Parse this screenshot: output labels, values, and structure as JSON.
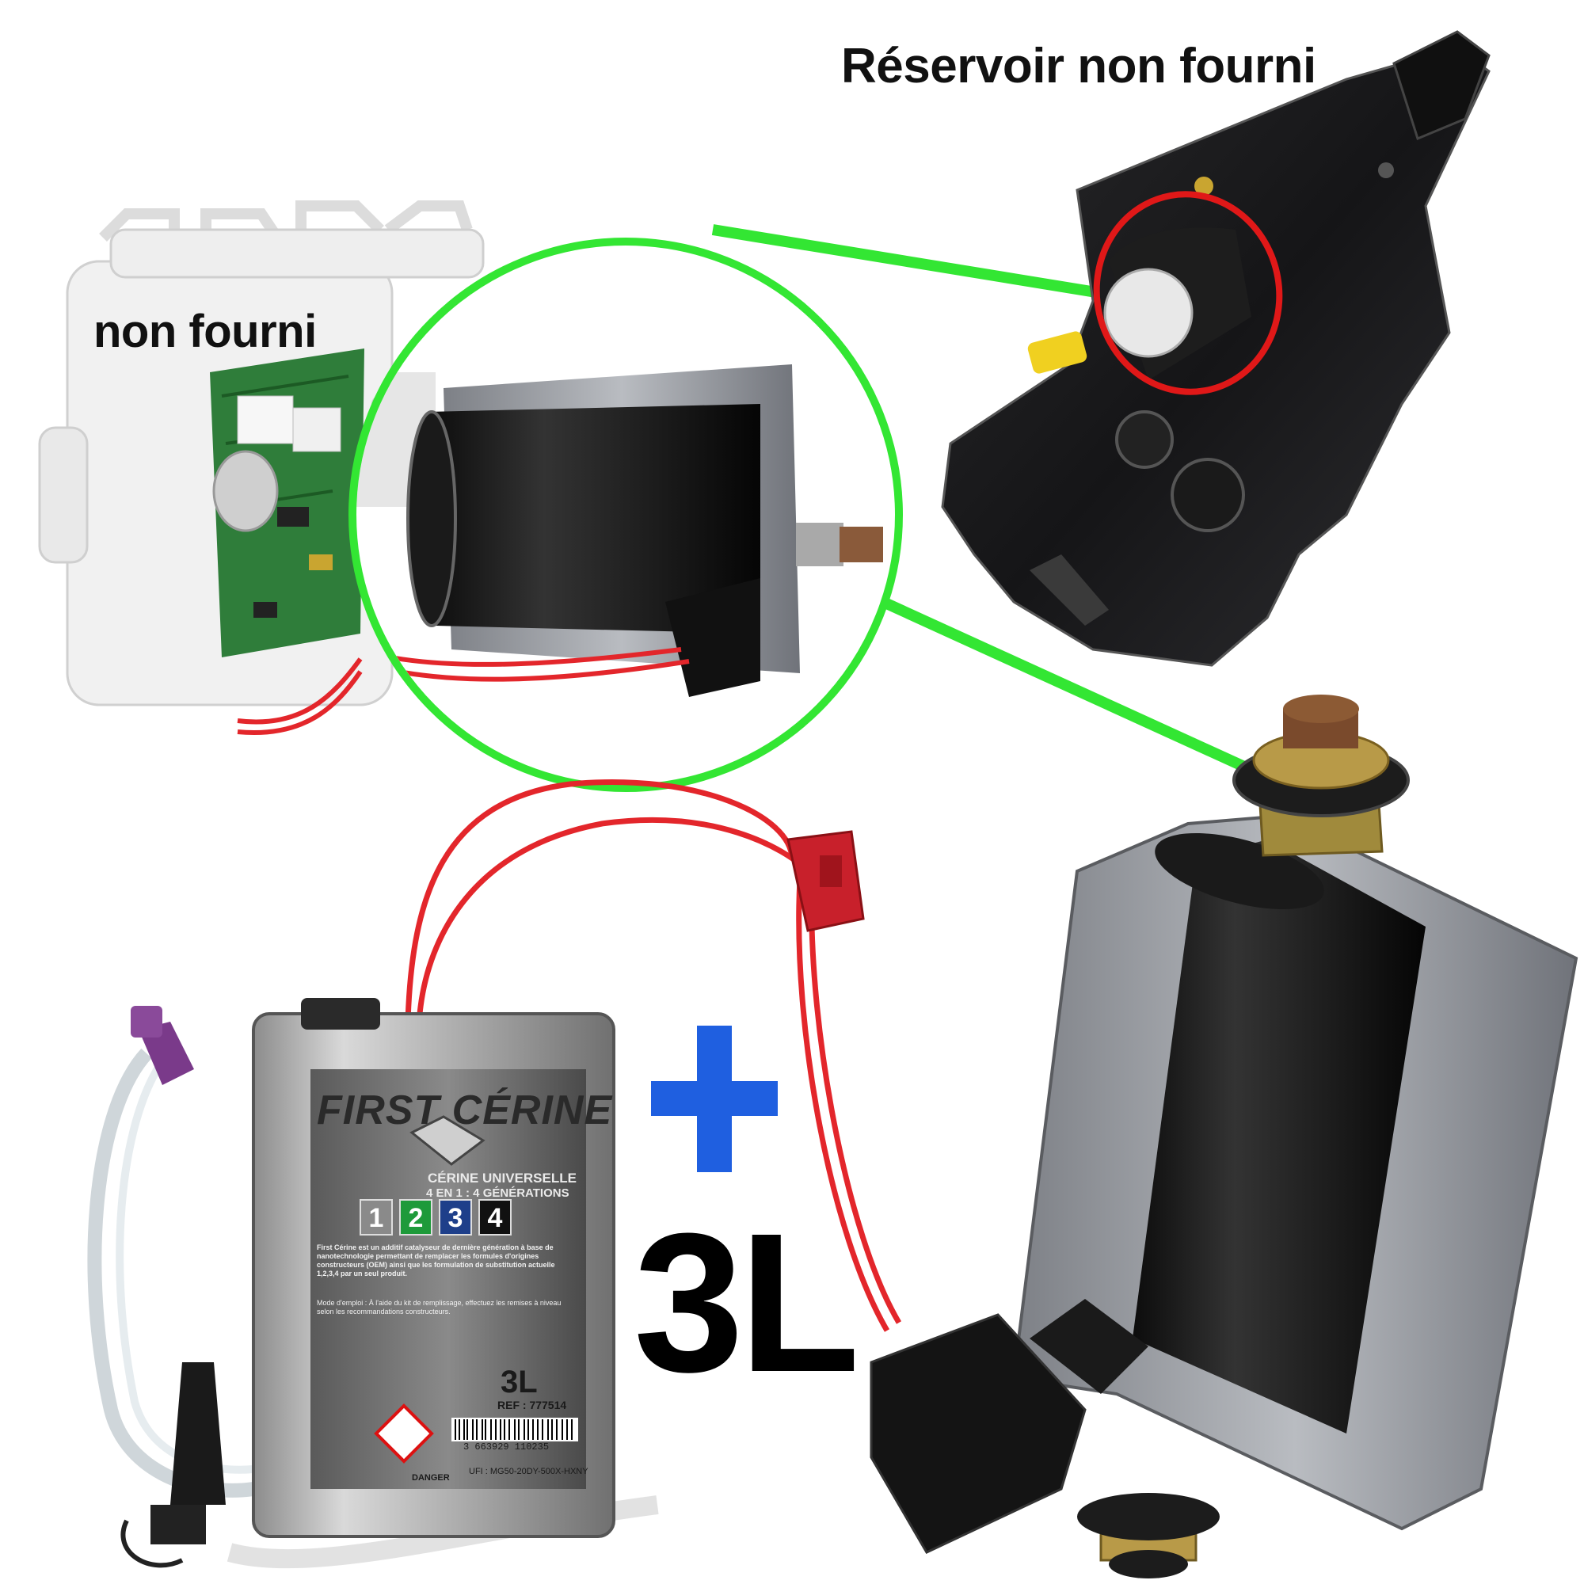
{
  "captions": {
    "reservoir": "Réservoir non fourni",
    "module": "non fourni",
    "volume": "3L"
  },
  "can": {
    "brand": "FIRST CÉRINE",
    "subtitle_1": "CÉRINE UNIVERSELLE",
    "subtitle_2": "4 EN 1 : 4 GÉNÉRATIONS",
    "generations": [
      "1",
      "2",
      "3",
      "4"
    ],
    "description": "First Cérine est un additif catalyseur de dernière génération à base de nanotechnologie permettant de remplacer les formules d'origines constructeurs (OEM) ainsi que les formulation de substitution actuelle 1,2,3,4 par un seul produit.",
    "usage": "Mode d'emploi : À l'aide du kit de remplissage, effectuez les remises à niveau selon les recommandations constructeurs.",
    "volume": "3L",
    "ref": "REF : 777514",
    "barcode_number": "3 663929 110235",
    "danger": "DANGER",
    "ufi": "UFI : MG50-20DY-500X-HXNY"
  },
  "colors": {
    "callout_green": "#33e633",
    "highlight_red": "#e01818",
    "plus_blue": "#1f5fe0",
    "wire_red": "#e3262b",
    "gen_1": "#8a8a8a",
    "gen_2": "#1e9a3a",
    "gen_3": "#1e3f8a",
    "gen_4": "#111111"
  }
}
